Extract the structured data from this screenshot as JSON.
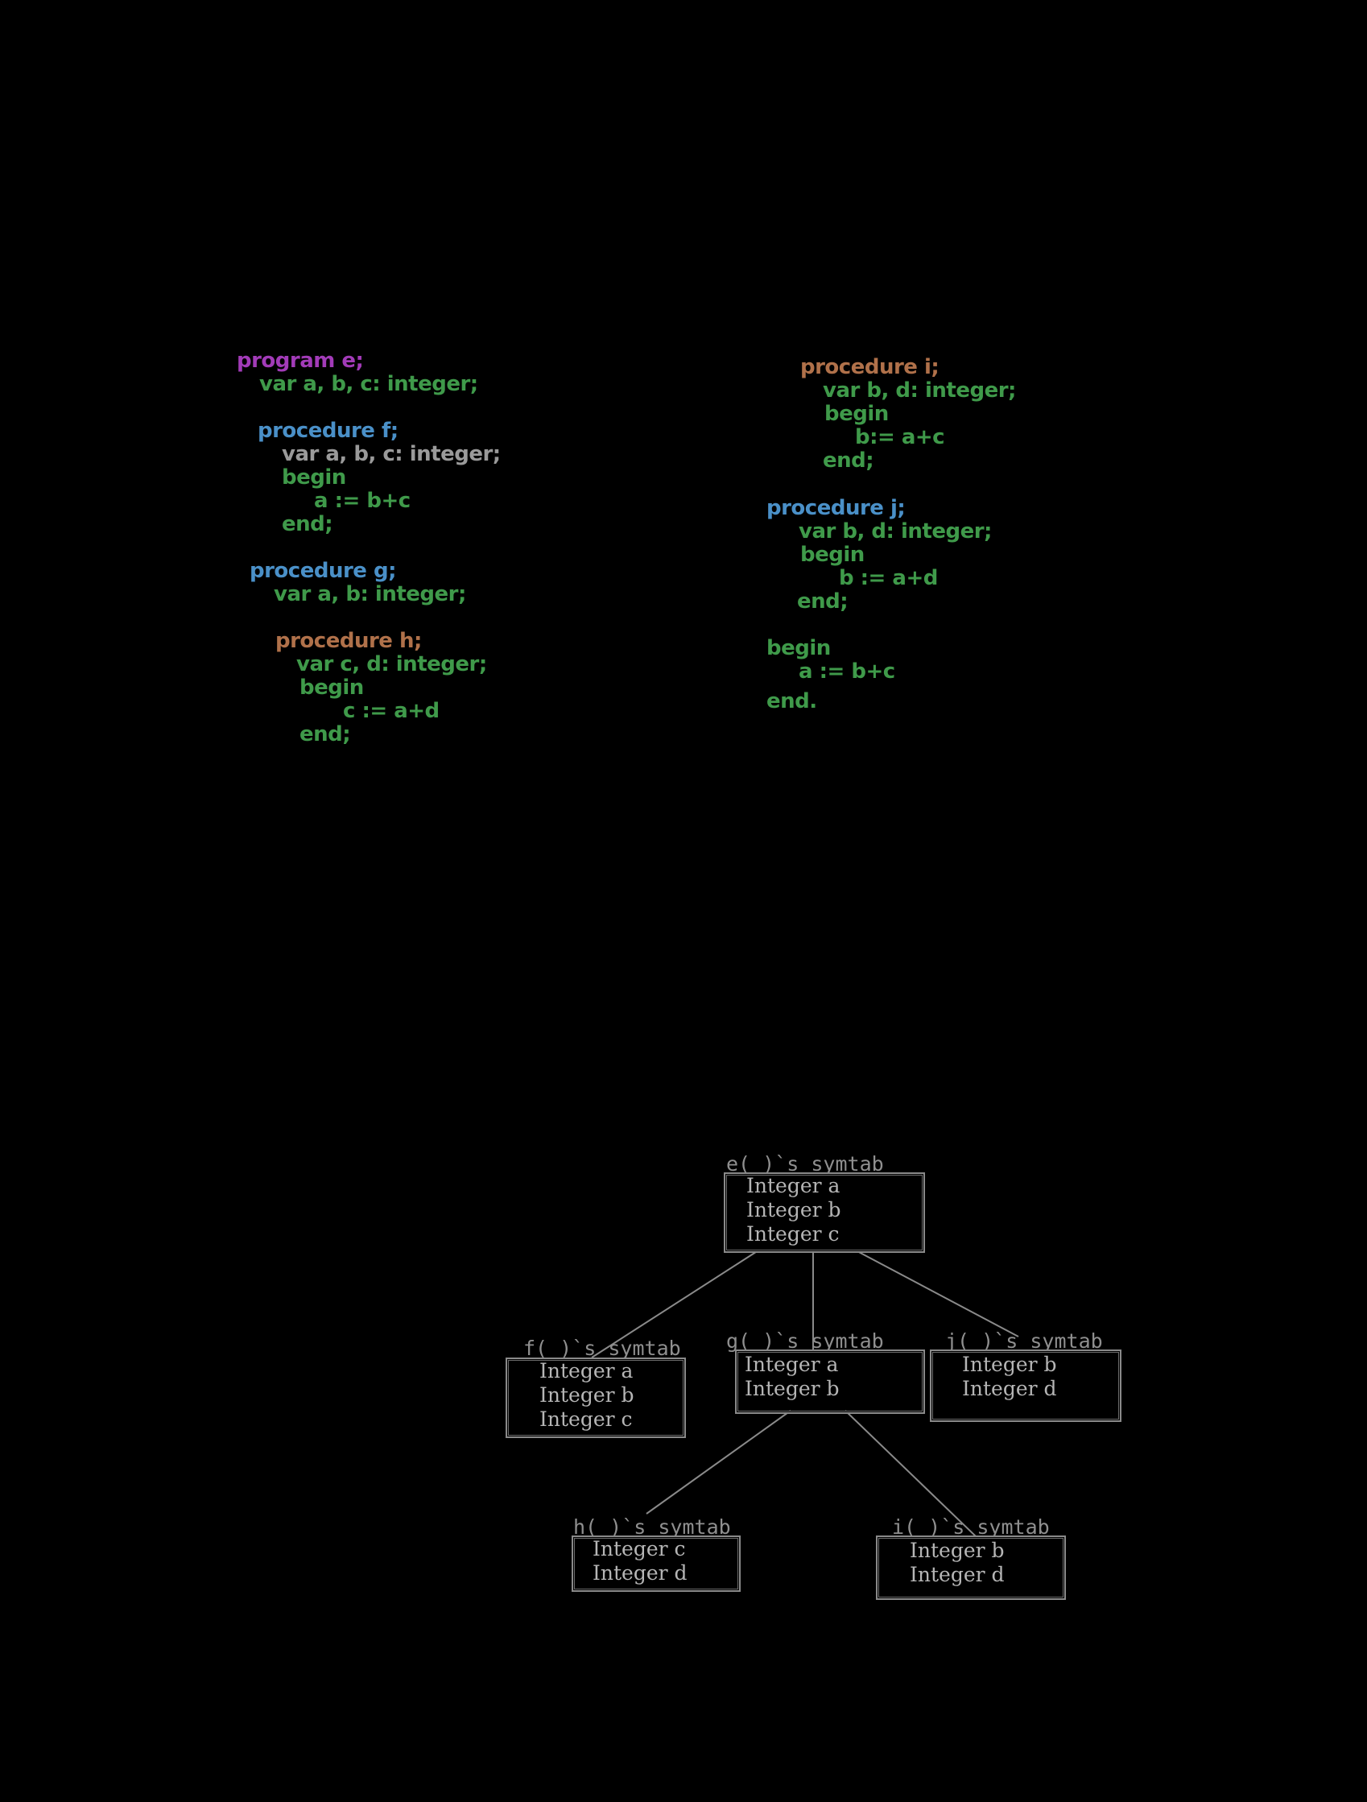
{
  "code": {
    "left": [
      {
        "text": "program e;",
        "color": "#a23bb8"
      },
      {
        "text": "var a, b, c: integer;",
        "color": "#3f9a4a"
      },
      {
        "text": "procedure f;",
        "color": "#4a90c8"
      },
      {
        "text": "var a, b, c: integer;",
        "color": "#9a9a9a"
      },
      {
        "text": "begin",
        "color": "#3f9a4a"
      },
      {
        "text": "a := b+c",
        "color": "#3f9a4a"
      },
      {
        "text": "end;",
        "color": "#3f9a4a"
      },
      {
        "text": "procedure g;",
        "color": "#4a90c8"
      },
      {
        "text": "var a, b: integer;",
        "color": "#3f9a4a"
      },
      {
        "text": "procedure h;",
        "color": "#b0714a"
      },
      {
        "text": "var c, d: integer;",
        "color": "#3f9a4a"
      },
      {
        "text": "begin",
        "color": "#3f9a4a"
      },
      {
        "text": "c := a+d",
        "color": "#3f9a4a"
      },
      {
        "text": "end;",
        "color": "#3f9a4a"
      }
    ],
    "right": [
      {
        "text": "procedure i;",
        "color": "#b0714a"
      },
      {
        "text": "var b, d: integer;",
        "color": "#3f9a4a"
      },
      {
        "text": "begin",
        "color": "#3f9a4a"
      },
      {
        "text": "b:= a+c",
        "color": "#3f9a4a"
      },
      {
        "text": "end;",
        "color": "#3f9a4a"
      },
      {
        "text": "procedure j;",
        "color": "#4a90c8"
      },
      {
        "text": "var b, d: integer;",
        "color": "#3f9a4a"
      },
      {
        "text": "begin",
        "color": "#3f9a4a"
      },
      {
        "text": "b := a+d",
        "color": "#3f9a4a"
      },
      {
        "text": "end;",
        "color": "#3f9a4a"
      },
      {
        "text": "begin",
        "color": "#3f9a4a"
      },
      {
        "text": "a := b+c",
        "color": "#3f9a4a"
      },
      {
        "text": "end.",
        "color": "#3f9a4a"
      }
    ]
  },
  "tree": {
    "e": {
      "label": "e( )`s symtab",
      "entries": [
        "Integer a",
        "Integer b",
        "Integer c"
      ]
    },
    "f": {
      "label": "f( )`s symtab",
      "entries": [
        "Integer a",
        "Integer b",
        "Integer c"
      ]
    },
    "g": {
      "label": "g( )`s symtab",
      "entries": [
        "Integer a",
        "Integer b"
      ]
    },
    "j": {
      "label": "j( )`s symtab",
      "entries": [
        "Integer b",
        "Integer d"
      ]
    },
    "h": {
      "label": "h( )`s symtab",
      "entries": [
        "Integer c",
        "Integer d"
      ]
    },
    "i": {
      "label": "i( )`s symtab",
      "entries": [
        "Integer b",
        "Integer d"
      ]
    },
    "edges": [
      [
        "e",
        "f"
      ],
      [
        "e",
        "g"
      ],
      [
        "e",
        "j"
      ],
      [
        "g",
        "h"
      ],
      [
        "g",
        "i"
      ]
    ]
  }
}
